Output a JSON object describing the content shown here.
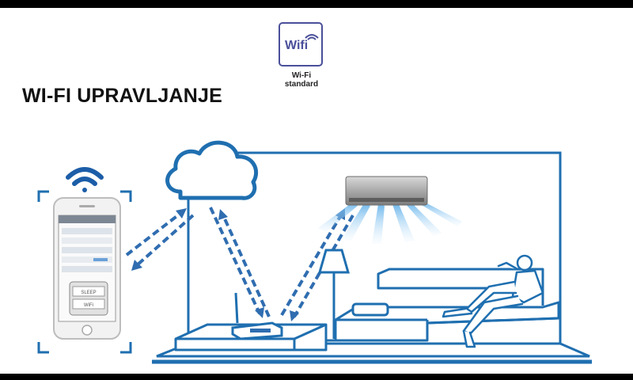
{
  "header": {
    "title": "WI-FI UPRAVLJANJE"
  },
  "badge": {
    "logo_text": "Wifi",
    "caption_line1": "Wi-Fi",
    "caption_line2": "standard"
  },
  "phone": {
    "menu_item1": "SLEEP",
    "menu_item2": "WiFi"
  },
  "colors": {
    "line": "#1f6fb0",
    "arrow": "#2f6db0",
    "badge": "#4a4f9a",
    "airflow": "#8cc6ee"
  }
}
